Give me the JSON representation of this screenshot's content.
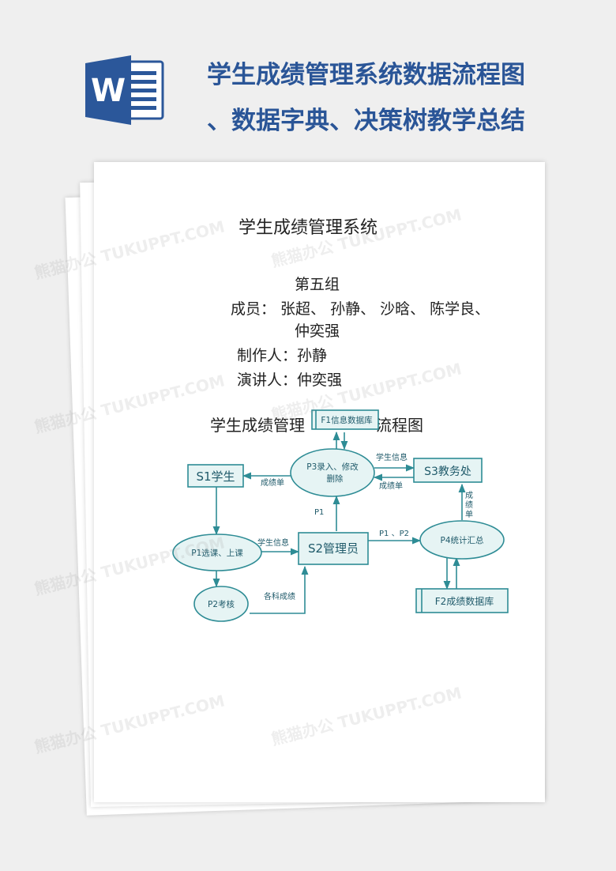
{
  "header": {
    "title_line1": "学生成绩管理系统数据流程图",
    "title_line2": "、数据字典、决策树教学总结",
    "logo_letter": "W"
  },
  "document": {
    "title": "学生成绩管理系统",
    "group": "第五组",
    "members_line1": "成员：  张超、  孙静、  沙晗、  陈学良、",
    "members_line2": "仲奕强",
    "maker": "制作人：孙静",
    "presenter": "演讲人：仲奕强",
    "diagram_title_left": "学生成绩管理",
    "diagram_title_right": "流程图"
  },
  "diagram": {
    "nodes": {
      "f1": "F1信息数据库",
      "p3_line1": "P3录入、修改",
      "p3_line2": "删除",
      "s1": "S1学生",
      "s3": "S3教务处",
      "p1": "P1选课、上课",
      "s2": "S2管理员",
      "p4": "P4统计汇总",
      "p2": "P2考核",
      "f2": "F2成绩数据库"
    },
    "flows": {
      "p3_s1": "成绩单",
      "p3_s3": "学生信息",
      "s3_p3": "成绩单",
      "p4_s3_1": "成",
      "p4_s3_2": "绩",
      "p4_s3_3": "单",
      "s2_p3": "P1",
      "p1_s2": "学生信息",
      "s2_p4": "P1 、P2",
      "p2_s2": "各科成绩"
    }
  },
  "watermark": {
    "text": "熊猫办公 TUKUPPT.COM"
  },
  "colors": {
    "heading": "#2a5597",
    "diagram_stroke": "#2e8c95",
    "diagram_fill": "#e6f4f4"
  }
}
